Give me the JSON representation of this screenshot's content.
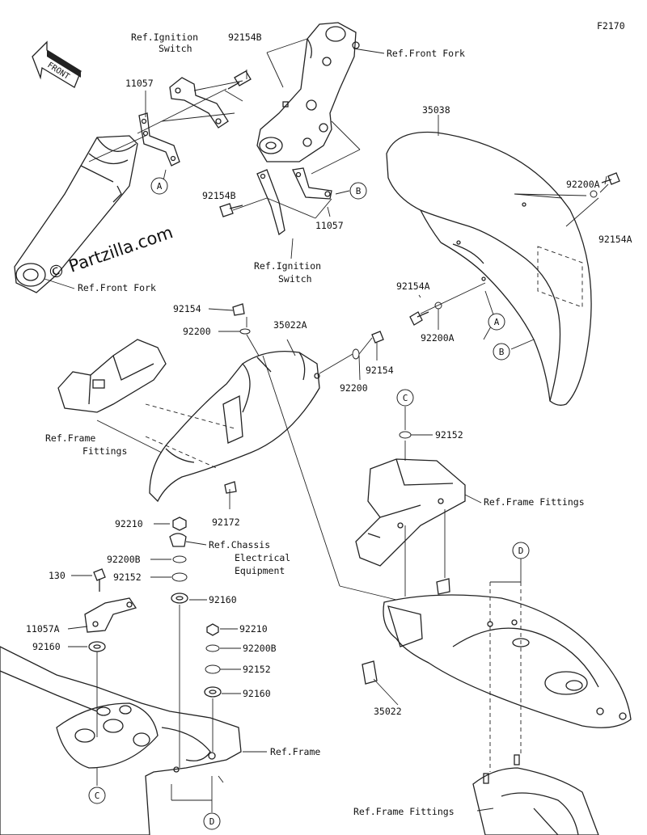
{
  "diagram_code": "F2170",
  "front_label": "FRONT",
  "watermark": "© Partzilla.com",
  "refs": {
    "ignition_switch_top": [
      "Ref.Ignition",
      "Switch"
    ],
    "front_fork_top": "Ref.Front Fork",
    "front_fork_left": "Ref.Front Fork",
    "ignition_switch_mid": [
      "Ref.Ignition",
      "Switch"
    ],
    "frame_fittings_left": [
      "Ref.Frame",
      "Fittings"
    ],
    "frame_fittings_right": "Ref.Frame Fittings",
    "chassis_electrical": [
      "Ref.Chassis",
      "Electrical",
      "Equipment"
    ],
    "frame": "Ref.Frame",
    "frame_fittings_bottom": "Ref.Frame Fittings"
  },
  "parts": {
    "p92154B_top": "92154B",
    "p11057_top": "11057",
    "p92154B_mid": "92154B",
    "p11057_mid": "11057",
    "p35038": "35038",
    "p92200A_top": "92200A",
    "p92154A_right": "92154A",
    "p92154A_left": "92154A",
    "p92200A_left": "92200A",
    "p92154_left": "92154",
    "p92200_left": "92200",
    "p35022A": "35022A",
    "p92154_right": "92154",
    "p92200_right": "92200",
    "p92152_c": "92152",
    "p92172": "92172",
    "p92210_a": "92210",
    "p92200B_a": "92200B",
    "p92152_a": "92152",
    "p92160_a": "92160",
    "p130": "130",
    "p11057A": "11057A",
    "p92160_b": "92160",
    "p92210_b": "92210",
    "p92200B_b": "92200B",
    "p92152_b": "92152",
    "p92160_c": "92160",
    "p35022": "35022"
  },
  "callouts": {
    "A": "A",
    "B": "B",
    "C": "C",
    "D": "D"
  }
}
